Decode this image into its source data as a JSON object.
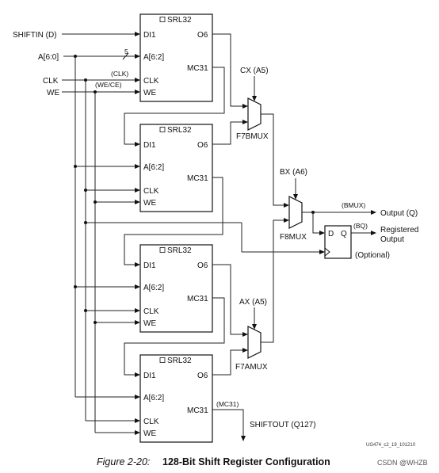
{
  "inputs": {
    "shiftin": "SHIFTIN (D)",
    "addr": "A[6:0]",
    "clk": "CLK",
    "we": "WE",
    "bus_width": "5",
    "clk_note": "(CLK)",
    "we_note": "(WE/CE)"
  },
  "srl": {
    "title": "SRL32",
    "di": "DI1",
    "addr": "A[6:2]",
    "clk": "CLK",
    "we": "WE",
    "o6": "O6",
    "mc31": "MC31"
  },
  "mux": {
    "cx": "CX (A5)",
    "f7b": "F7BMUX",
    "bx": "BX (A6)",
    "f8": "F8MUX",
    "ax": "AX (A5)",
    "f7a": "F7AMUX"
  },
  "outputs": {
    "bmux": "(BMUX)",
    "out_q": "Output (Q)",
    "bq": "(BQ)",
    "reg1": "Registered",
    "reg2": "Output",
    "optional": "(Optional)",
    "ff_d": "D",
    "ff_q": "Q",
    "mc31_note": "(MC31)",
    "shiftout": "SHIFTOUT (Q127)"
  },
  "doc_id": "UG474_c2_19_101210",
  "caption": {
    "figure": "Figure 2-20:",
    "title": "128-Bit Shift Register Configuration"
  },
  "watermark": "CSDN @WHZB"
}
